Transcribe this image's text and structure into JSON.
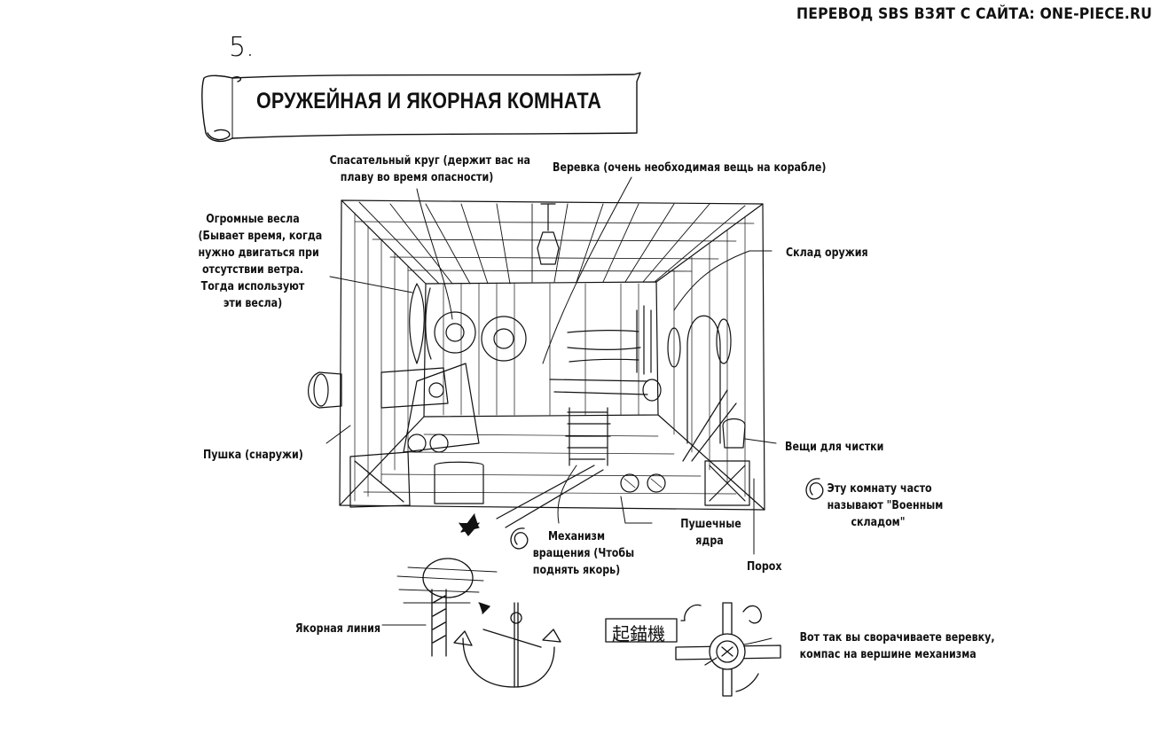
{
  "credit": "ПЕРЕВОД SBS ВЗЯТ С САЙТА: ONE-PIECE.RU",
  "section_number": "5.",
  "title": "ОРУЖЕЙНАЯ И ЯКОРНАЯ КОМНАТА",
  "labels": {
    "life_ring": [
      "Спасательный круг (держит вас на",
      "плаву во время опасности)"
    ],
    "rope": "Веревка (очень необходимая вещь на корабле)",
    "oars": [
      "Огромные весла",
      "(Бывает время, когда",
      "нужно двигаться при",
      "отсутствии ветра.",
      "Тогда используют",
      "эти весла)"
    ],
    "weapons": "Склад оружия",
    "cannon": "Пушка (снаружи)",
    "cleaning": "Вещи для чистки",
    "note": [
      "Эту комнату часто",
      "называют \"Военным",
      "складом\""
    ],
    "capstan": [
      "Механизм",
      "вращения (Чтобы",
      "поднять якорь)"
    ],
    "cannonballs": [
      "Пушечные",
      "ядра"
    ],
    "gunpowder": "Порох",
    "anchor_line": "Якорная линия",
    "winding": [
      "Вот так вы сворачиваете веревку,",
      "компас на вершине механизма"
    ],
    "capstan_sign": "起錨機"
  }
}
